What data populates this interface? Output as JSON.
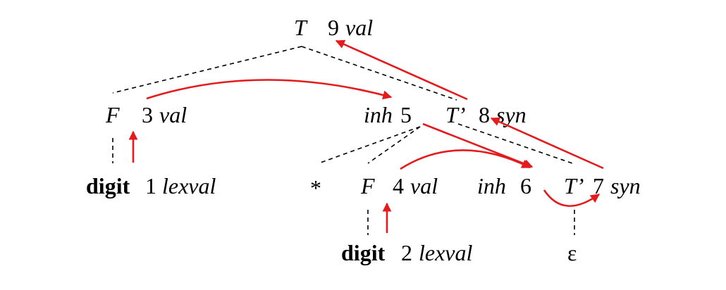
{
  "colors": {
    "dependency_arrow": "#e41a1c",
    "tree_edge": "#000000"
  },
  "nodes": {
    "T_root": {
      "symbol": "T",
      "num": "9",
      "attr": "val"
    },
    "F1": {
      "symbol": "F",
      "num": "3",
      "attr": "val"
    },
    "Tp1": {
      "inh_label": "inh",
      "inh_num": "5",
      "symbol": "T’",
      "num": "8",
      "attr": "syn"
    },
    "digit1": {
      "symbol": "digit",
      "num": "1",
      "attr": "lexval"
    },
    "star": {
      "symbol": "*"
    },
    "F2": {
      "symbol": "F",
      "num": "4",
      "attr": "val"
    },
    "Tp2": {
      "inh_label": "inh",
      "inh_num": "6",
      "symbol": "T’",
      "num": "7",
      "attr": "syn"
    },
    "digit2": {
      "symbol": "digit",
      "num": "2",
      "attr": "lexval"
    },
    "eps": {
      "symbol": "ε"
    }
  }
}
